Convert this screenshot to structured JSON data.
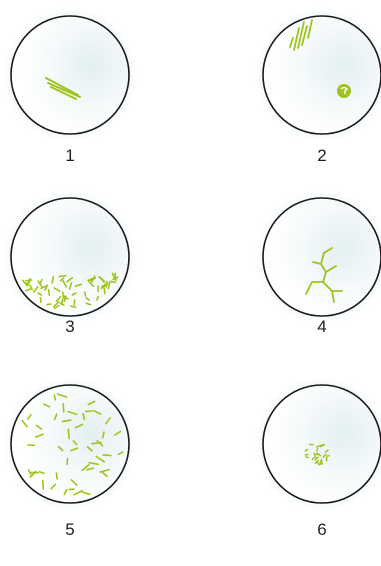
{
  "diagram": {
    "colors": {
      "glow": "#dcecef",
      "well": "#ffffff",
      "outline": "#1a1a1a",
      "growth": "#9cc41d",
      "shade": "#e4f0f2"
    },
    "dishes": [
      {
        "label": "1",
        "pattern": "parallel-streaks"
      },
      {
        "label": "2",
        "pattern": "upright-filaments-with-colony"
      },
      {
        "label": "3",
        "pattern": "sediment-at-bottom"
      },
      {
        "label": "4",
        "pattern": "branching-filament"
      },
      {
        "label": "5",
        "pattern": "evenly-scattered"
      },
      {
        "label": "6",
        "pattern": "central-cluster"
      }
    ]
  }
}
